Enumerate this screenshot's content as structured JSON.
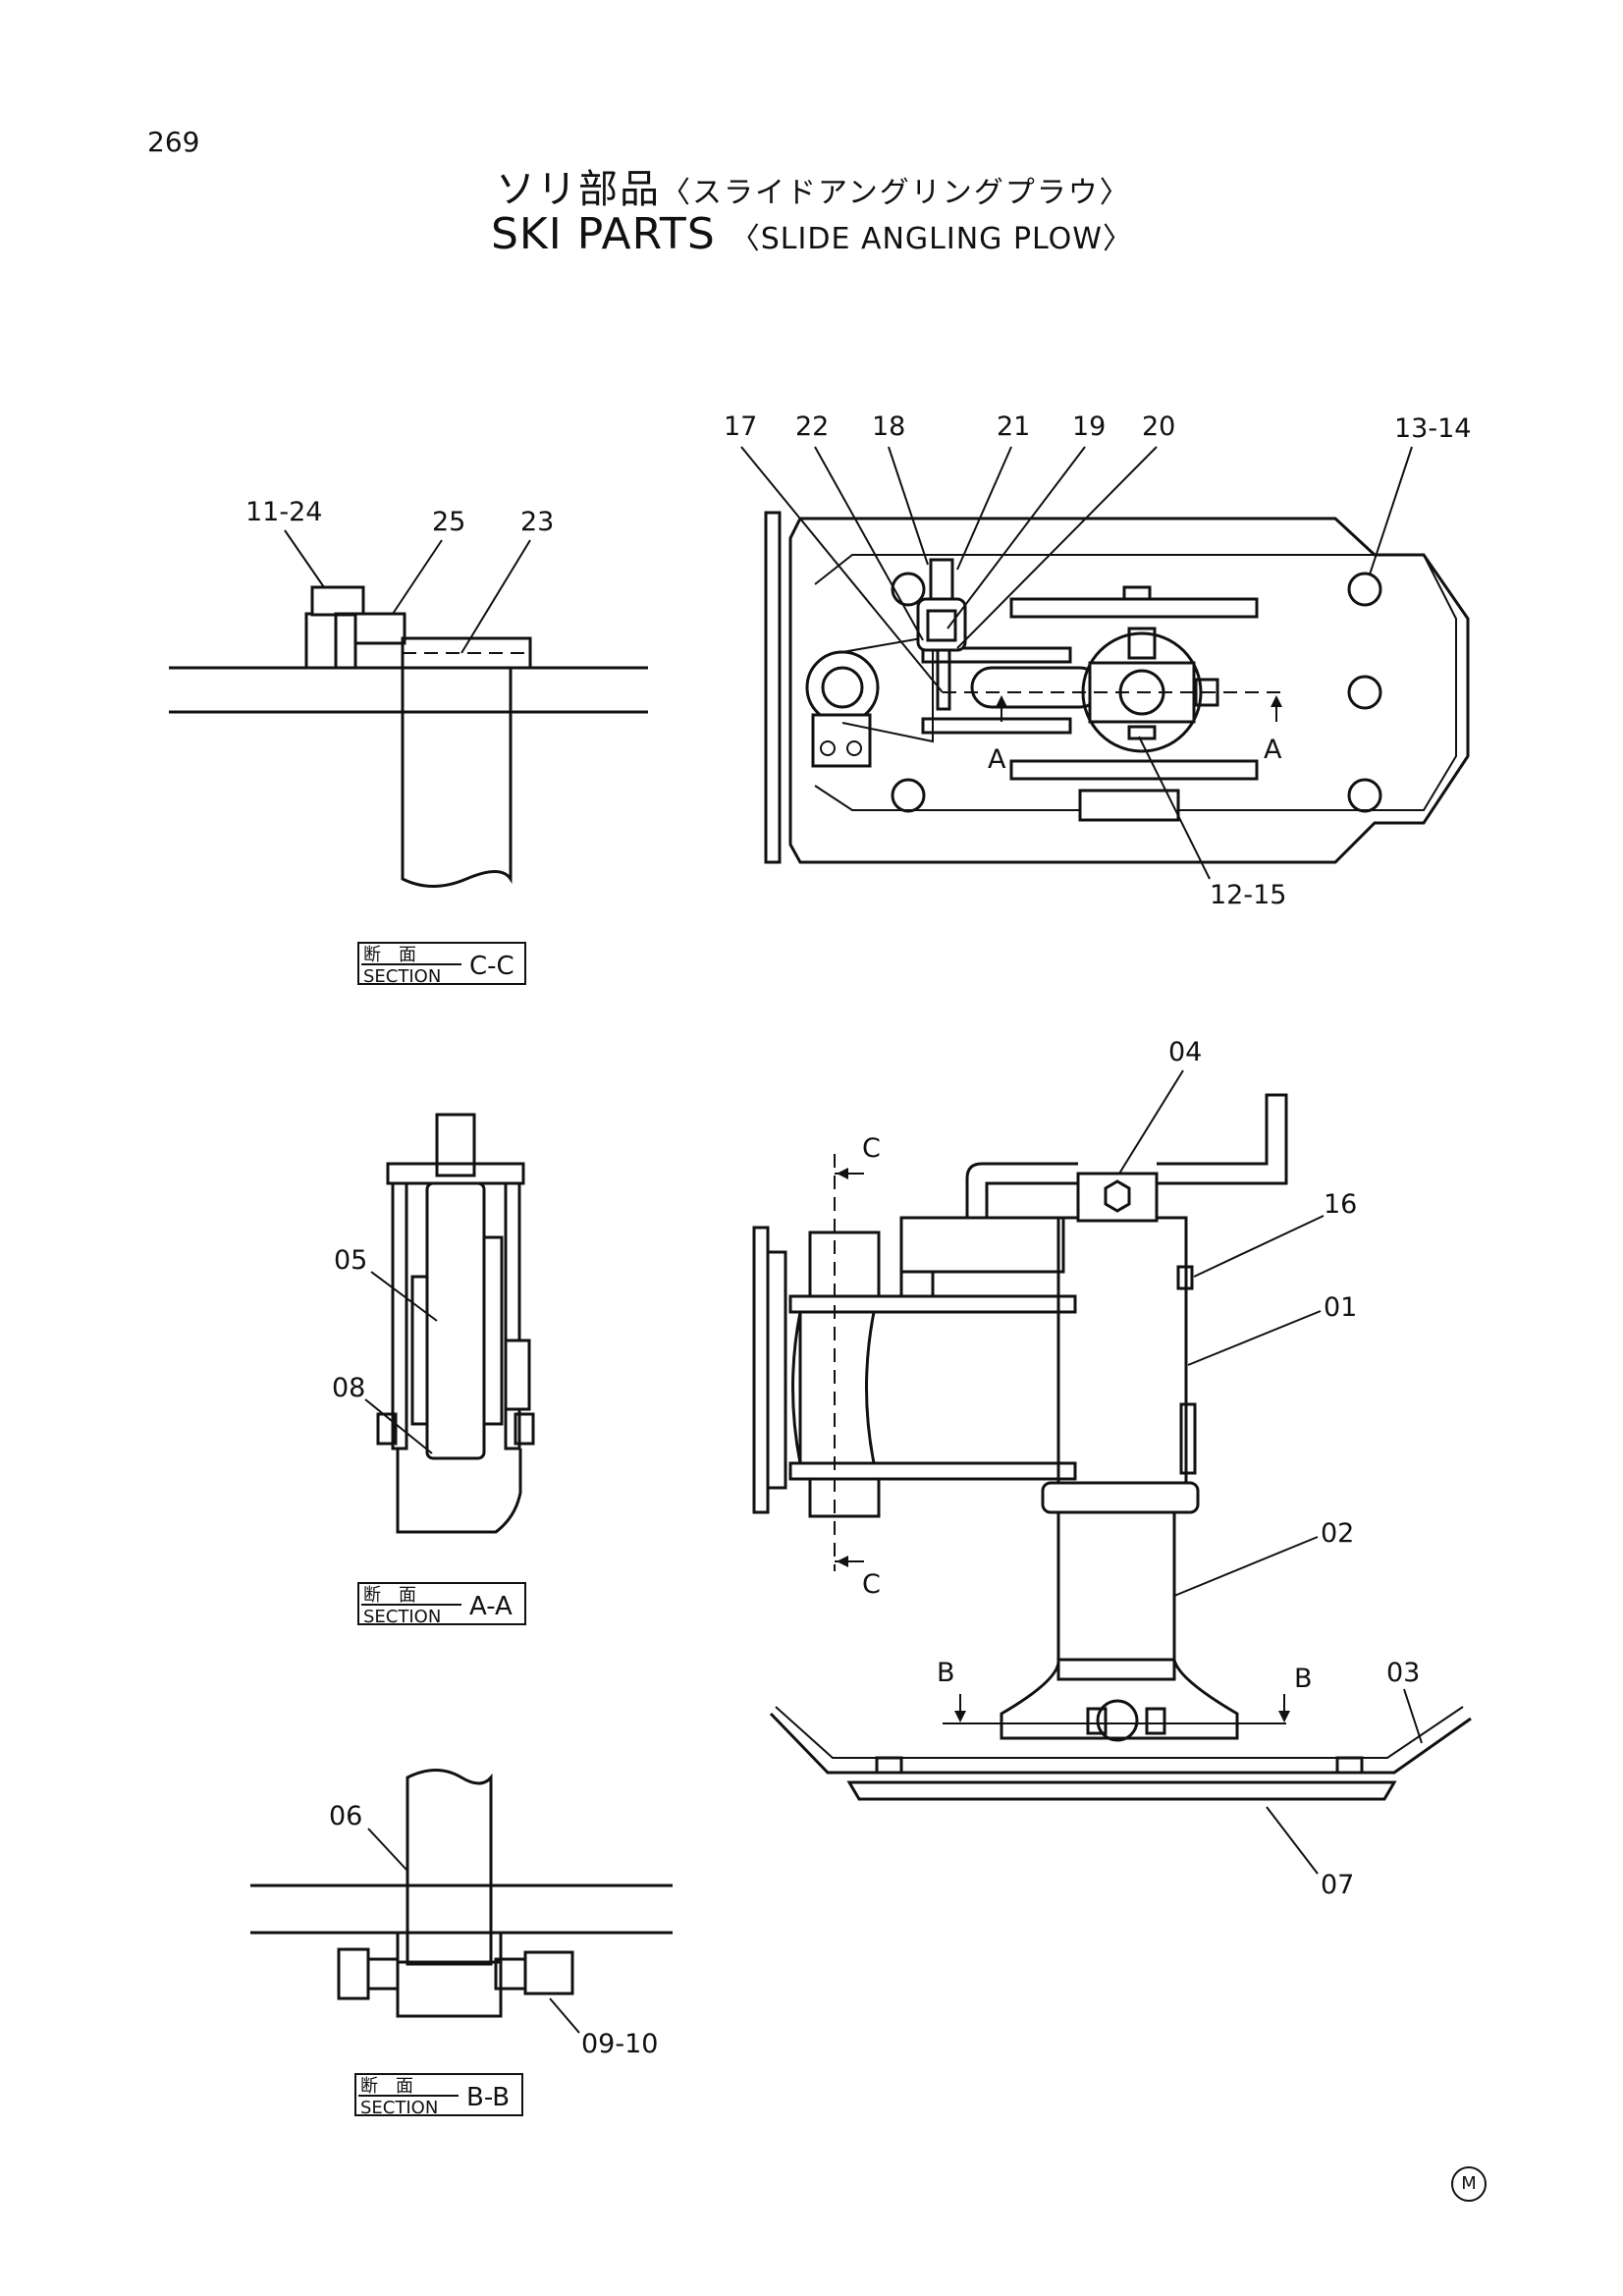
{
  "page_number": "269",
  "title": {
    "jp_main": "ソリ部品",
    "jp_sub": "〈スライドアングリングプラウ〉",
    "en_main": "SKI PARTS",
    "en_sub": "〈SLIDE ANGLING PLOW〉"
  },
  "sections": {
    "cc": {
      "jp": "断　面",
      "en": "SECTION",
      "id": "C-C"
    },
    "aa": {
      "jp": "断　面",
      "en": "SECTION",
      "id": "A-A"
    },
    "bb": {
      "jp": "断　面",
      "en": "SECTION",
      "id": "B-B"
    }
  },
  "callouts": {
    "p17": "17",
    "p22": "22",
    "p18": "18",
    "p21": "21",
    "p19": "19",
    "p20": "20",
    "p13_14": "13-14",
    "p12_15": "12-15",
    "p11_24": "11-24",
    "p25": "25",
    "p23": "23",
    "p04": "04",
    "p16": "16",
    "p01": "01",
    "p02": "02",
    "p03": "03",
    "p07": "07",
    "p05": "05",
    "p08": "08",
    "p06": "06",
    "p09_10": "09-10"
  },
  "cut_marks": {
    "a": "A",
    "b": "B",
    "c": "C"
  },
  "corner_mark": "M"
}
